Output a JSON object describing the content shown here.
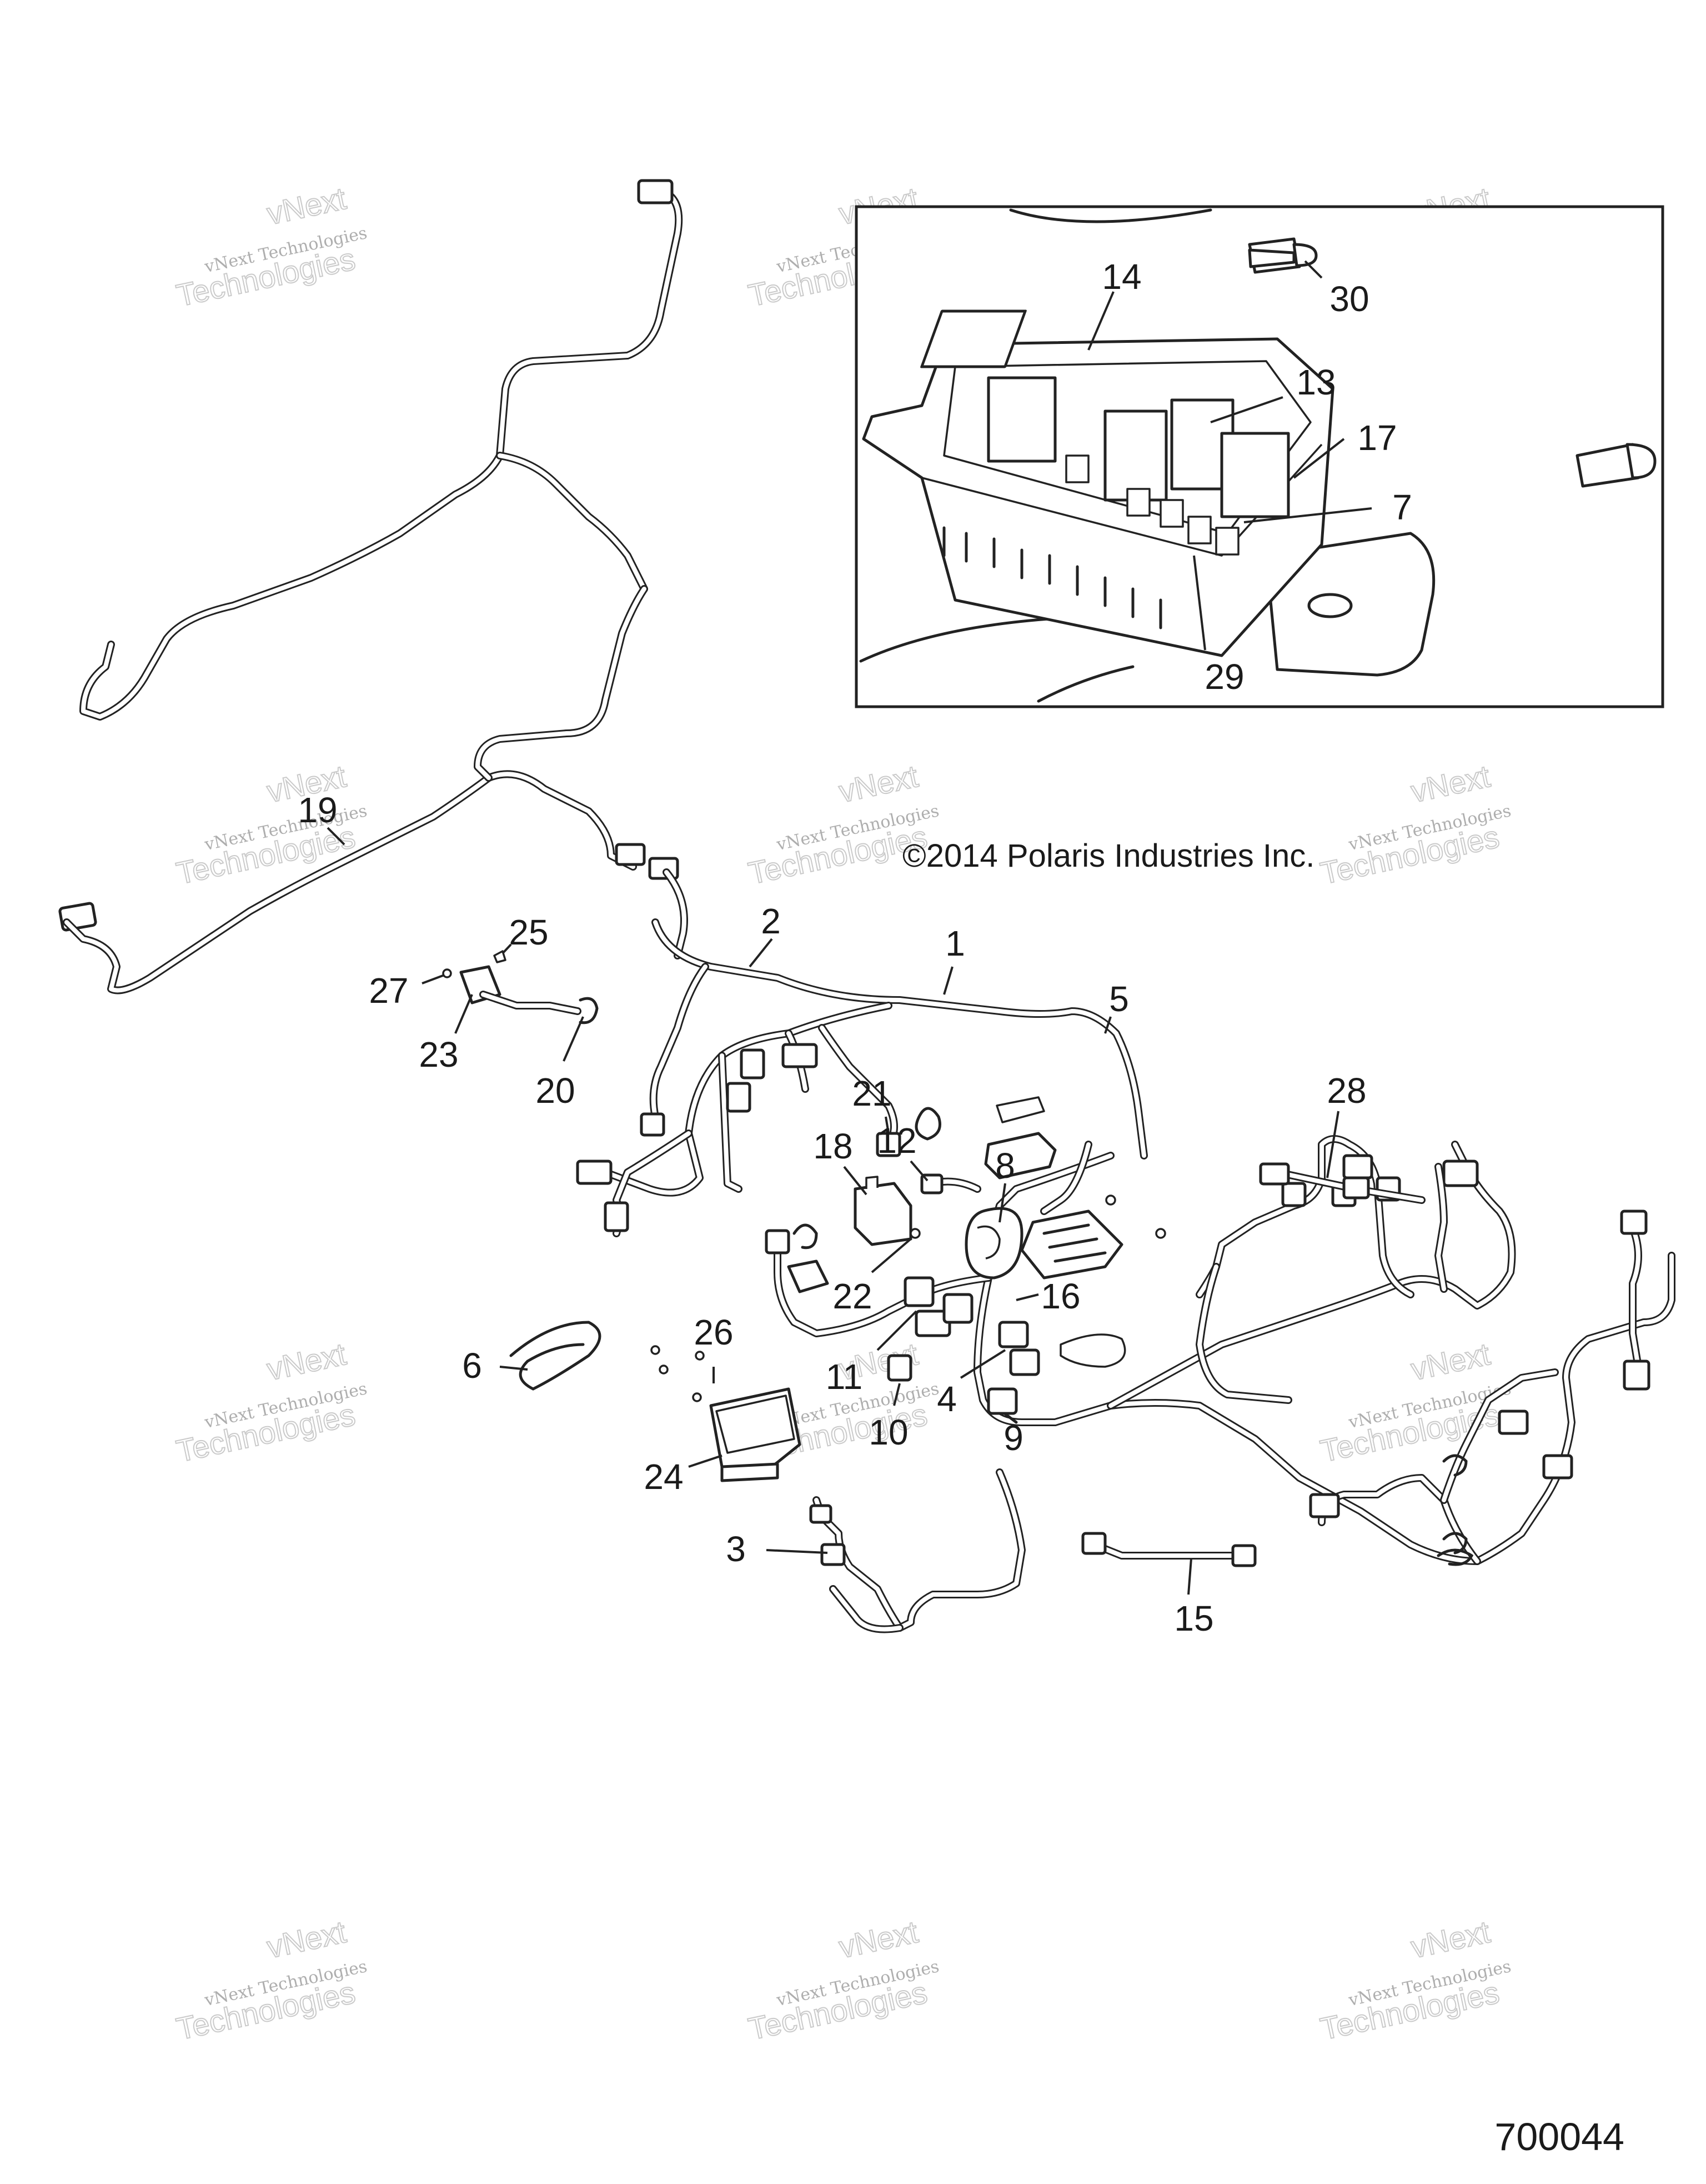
{
  "copyright": "©2014 Polaris Industries Inc.",
  "plate_id": "700044",
  "watermark": {
    "line1": "vNext",
    "line2": "vNext Technologies",
    "line3": "Technologies"
  },
  "callouts": {
    "c1": "1",
    "c2": "2",
    "c3": "3",
    "c4": "4",
    "c5": "5",
    "c6": "6",
    "c7": "7",
    "c8": "8",
    "c9": "9",
    "c10": "10",
    "c11": "11",
    "c12": "12",
    "c13": "13",
    "c14": "14",
    "c15": "15",
    "c16": "16",
    "c17": "17",
    "c18": "18",
    "c19": "19",
    "c20": "20",
    "c21": "21",
    "c22": "22",
    "c23": "23",
    "c24": "24",
    "c25": "25",
    "c26": "26",
    "c27": "27",
    "c28": "28",
    "c29": "29",
    "c30": "30"
  },
  "colors": {
    "line": "#222222",
    "background": "#ffffff",
    "watermark": "#9a9a9a"
  }
}
